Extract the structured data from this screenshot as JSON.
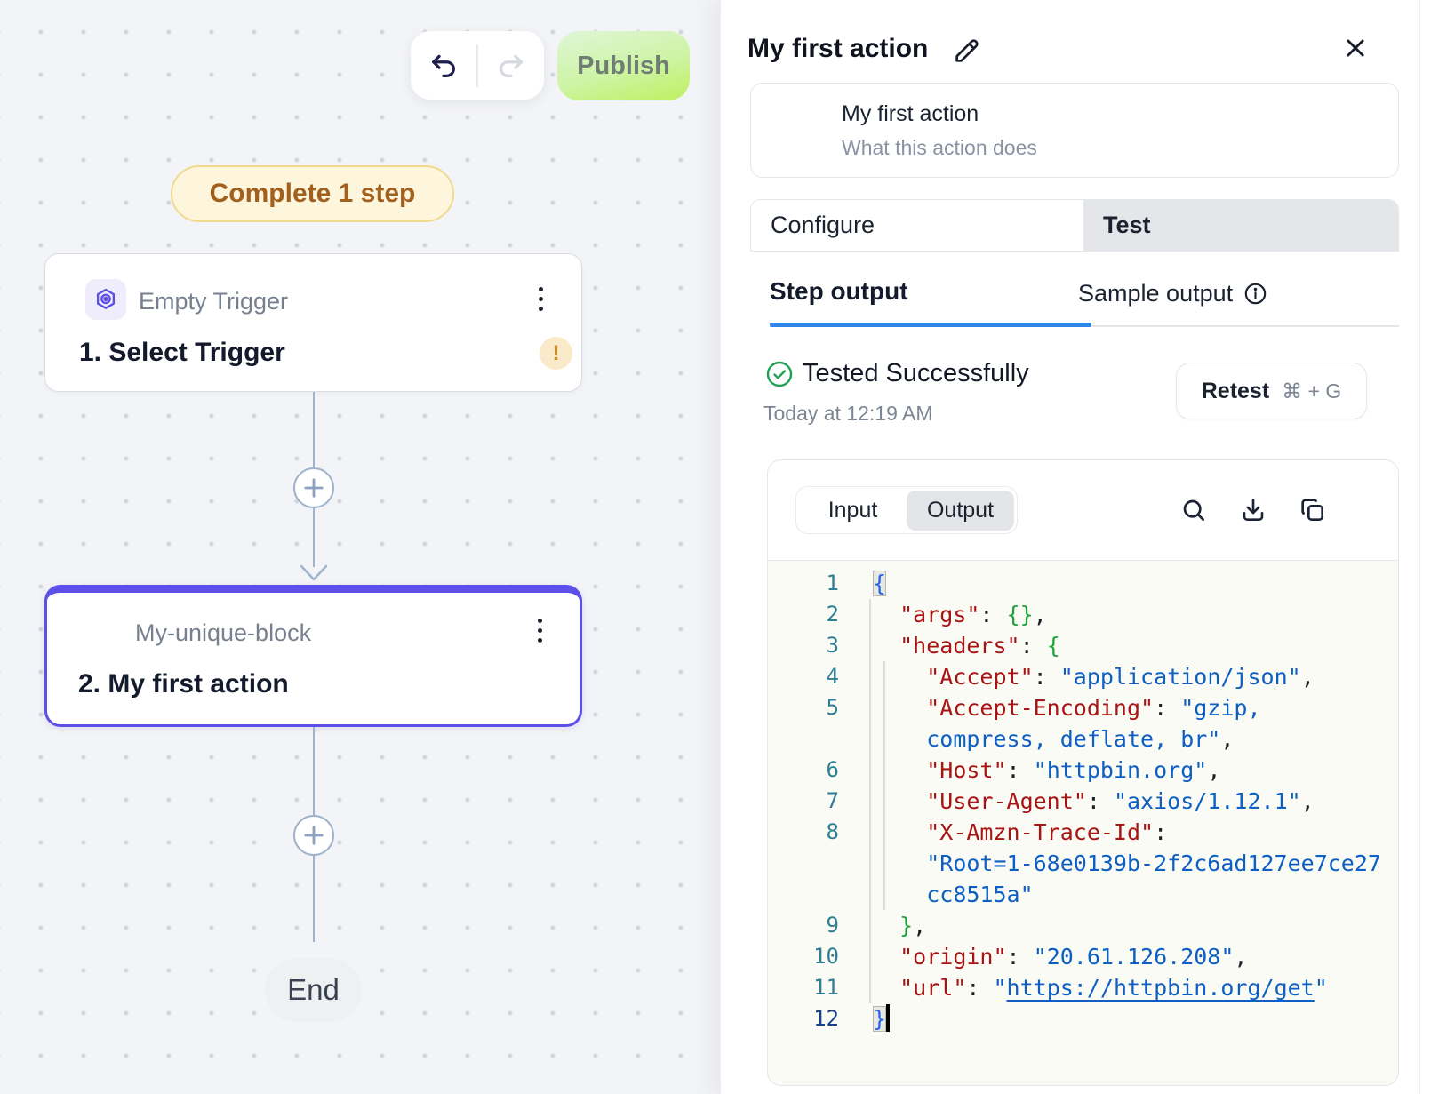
{
  "colors": {
    "accent_purple": "#5C50E6",
    "publish_green_top": "#DFF6D8",
    "publish_green_bottom": "#BFF05F",
    "badge_bg": "#FDF6DD",
    "badge_text": "#A2601F",
    "warning_amber": "#C8871D",
    "success_green": "#1FA054",
    "active_underline_blue": "#2F86E8",
    "connector_blue_gray": "#9FB3CB"
  },
  "toolbar": {
    "publish_label": "Publish"
  },
  "canvas": {
    "status_badge": "Complete 1 step",
    "blocks": [
      {
        "type_label": "Empty Trigger",
        "title": "1. Select Trigger"
      },
      {
        "type_label": "My-unique-block",
        "title": "2. My first action"
      }
    ],
    "end_label": "End"
  },
  "panel": {
    "title": "My first action",
    "name_card": {
      "name": "My first action",
      "description": "What this action does"
    },
    "tabs": {
      "configure": "Configure",
      "test": "Test"
    },
    "subtabs": {
      "step_output": "Step output",
      "sample_output": "Sample output"
    },
    "test_status": {
      "label": "Tested Successfully",
      "timestamp": "Today at 12:19 AM",
      "retest": "Retest",
      "shortcut": "⌘ + G"
    },
    "viewer": {
      "input_label": "Input",
      "output_label": "Output",
      "code_lines": [
        {
          "num": "1",
          "segments": [
            {
              "t": "{",
              "c": "b hl"
            }
          ]
        },
        {
          "num": "2",
          "segments": [
            {
              "t": "  "
            },
            {
              "t": "\"args\"",
              "c": "k"
            },
            {
              "t": ": ",
              "c": "p"
            },
            {
              "t": "{}",
              "c": "g"
            },
            {
              "t": ",",
              "c": "p"
            }
          ]
        },
        {
          "num": "3",
          "segments": [
            {
              "t": "  "
            },
            {
              "t": "\"headers\"",
              "c": "k"
            },
            {
              "t": ": ",
              "c": "p"
            },
            {
              "t": "{",
              "c": "g"
            }
          ]
        },
        {
          "num": "4",
          "segments": [
            {
              "t": "    "
            },
            {
              "t": "\"Accept\"",
              "c": "k"
            },
            {
              "t": ": ",
              "c": "p"
            },
            {
              "t": "\"application/json\"",
              "c": "s"
            },
            {
              "t": ",",
              "c": "p"
            }
          ]
        },
        {
          "num": "5",
          "segments": [
            {
              "t": "    "
            },
            {
              "t": "\"Accept-Encoding\"",
              "c": "k"
            },
            {
              "t": ": ",
              "c": "p"
            },
            {
              "t": "\"gzip,",
              "c": "s"
            }
          ]
        },
        {
          "num": "",
          "segments": [
            {
              "t": "    "
            },
            {
              "t": "compress, deflate, br\"",
              "c": "s"
            },
            {
              "t": ",",
              "c": "p"
            }
          ]
        },
        {
          "num": "6",
          "segments": [
            {
              "t": "    "
            },
            {
              "t": "\"Host\"",
              "c": "k"
            },
            {
              "t": ": ",
              "c": "p"
            },
            {
              "t": "\"httpbin.org\"",
              "c": "s"
            },
            {
              "t": ",",
              "c": "p"
            }
          ]
        },
        {
          "num": "7",
          "segments": [
            {
              "t": "    "
            },
            {
              "t": "\"User-Agent\"",
              "c": "k"
            },
            {
              "t": ": ",
              "c": "p"
            },
            {
              "t": "\"axios/1.12.1\"",
              "c": "s"
            },
            {
              "t": ",",
              "c": "p"
            }
          ]
        },
        {
          "num": "8",
          "segments": [
            {
              "t": "    "
            },
            {
              "t": "\"X-Amzn-Trace-Id\"",
              "c": "k"
            },
            {
              "t": ":",
              "c": "p"
            }
          ]
        },
        {
          "num": "",
          "segments": [
            {
              "t": "    "
            },
            {
              "t": "\"Root=1-68e0139b-2f2c6ad127ee7ce27",
              "c": "s"
            }
          ]
        },
        {
          "num": "",
          "segments": [
            {
              "t": "    "
            },
            {
              "t": "cc8515a\"",
              "c": "s"
            }
          ]
        },
        {
          "num": "9",
          "segments": [
            {
              "t": "  "
            },
            {
              "t": "}",
              "c": "g"
            },
            {
              "t": ",",
              "c": "p"
            }
          ]
        },
        {
          "num": "10",
          "segments": [
            {
              "t": "  "
            },
            {
              "t": "\"origin\"",
              "c": "k"
            },
            {
              "t": ": ",
              "c": "p"
            },
            {
              "t": "\"20.61.126.208\"",
              "c": "s"
            },
            {
              "t": ",",
              "c": "p"
            }
          ]
        },
        {
          "num": "11",
          "segments": [
            {
              "t": "  "
            },
            {
              "t": "\"url\"",
              "c": "k"
            },
            {
              "t": ": ",
              "c": "p"
            },
            {
              "t": "\"",
              "c": "s"
            },
            {
              "t": "https://httpbin.org/get",
              "c": "s u link"
            },
            {
              "t": "\"",
              "c": "s"
            }
          ]
        },
        {
          "num": "12",
          "active": true,
          "segments": [
            {
              "t": "}",
              "c": "b hl"
            },
            {
              "t": "",
              "c": "cursor"
            }
          ]
        }
      ]
    }
  }
}
